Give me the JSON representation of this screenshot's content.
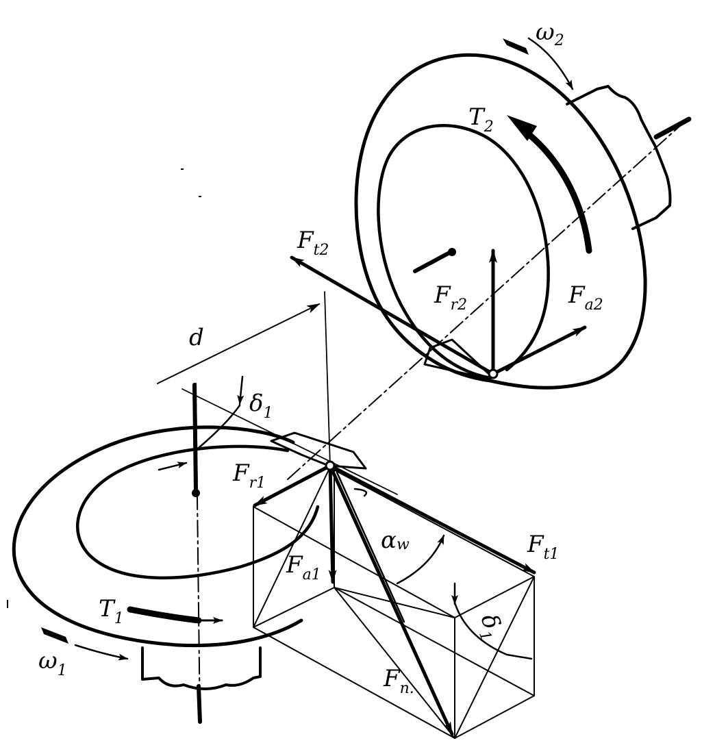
{
  "labels": {
    "omega2": {
      "main": "ω",
      "sub": "2"
    },
    "T2": {
      "main": "T",
      "sub": "2"
    },
    "Ft2": {
      "main": "F",
      "sub": "t2"
    },
    "Fr2": {
      "main": "F",
      "sub": "r2"
    },
    "Fa2": {
      "main": "F",
      "sub": "a2"
    },
    "d": {
      "main": "d"
    },
    "delta1_top": {
      "main": "δ",
      "sub": "1"
    },
    "Fr1": {
      "main": "F",
      "sub": "r1"
    },
    "Fa1": {
      "main": "F",
      "sub": "a1"
    },
    "alpha_w": {
      "main": "α",
      "sub": "w"
    },
    "Ft1": {
      "main": "F",
      "sub": "t1"
    },
    "delta1_box": {
      "main": "δ",
      "sub": "1"
    },
    "T1": {
      "main": "T",
      "sub": "1"
    },
    "omega1": {
      "main": "ω",
      "sub": "1"
    },
    "Fn": {
      "main": "F",
      "sub": "n."
    }
  }
}
